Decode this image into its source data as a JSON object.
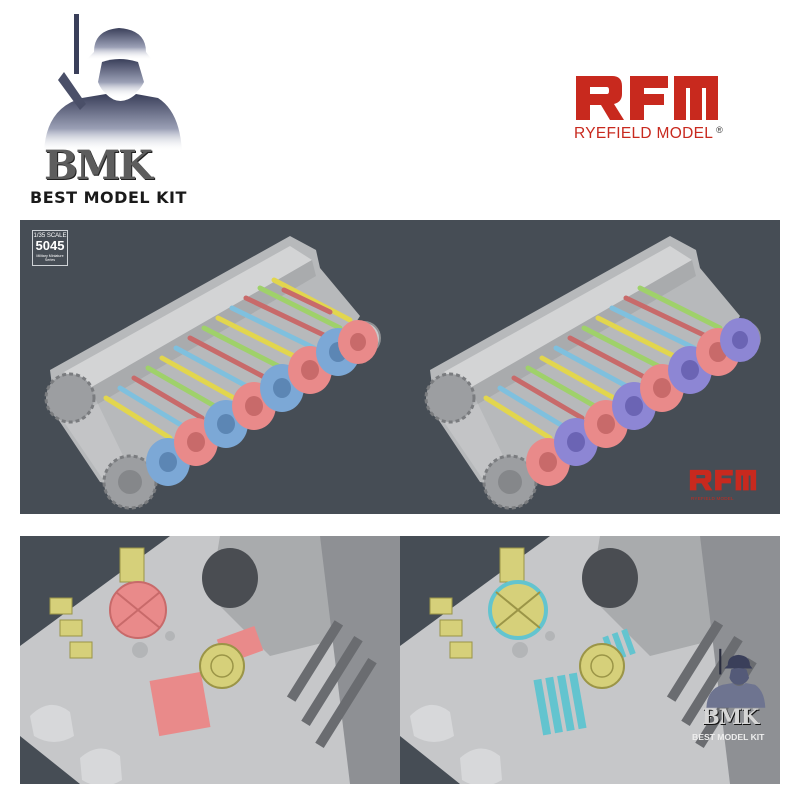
{
  "header": {
    "bmk_logo": {
      "letters": "BMK",
      "caption": "BEST MODEL KIT"
    },
    "rfm_logo": {
      "letters": "RFM",
      "wordmark": "RYEFIELD MODEL",
      "registered": "®",
      "brand_color": "#c8291e"
    }
  },
  "top_panel": {
    "background": "#464d55",
    "scale_badge": {
      "scale": "1/35 SCALE",
      "kit_number": "5045",
      "series": "Military Miniature Series"
    },
    "watermark": {
      "letters": "RFM",
      "wordmark": "RYEFIELD MODEL"
    },
    "left_render": {
      "description_colors": {
        "hull": "#c9cacb",
        "wheels_a": "#e98a8a",
        "wheels_b": "#7ca8d6",
        "torsion_bars": [
          "#e2d64e",
          "#7fc0de",
          "#c86a6a",
          "#9fd16a"
        ]
      }
    },
    "right_render": {
      "description_colors": {
        "hull": "#c9cacb",
        "wheels_a": "#e98a8a",
        "wheels_b": "#8d86d4"
      }
    }
  },
  "bottom_panel": {
    "background": "#464d55",
    "left_render": {
      "highlight_colors": [
        "#e98a8a",
        "#d6d07a"
      ]
    },
    "right_render": {
      "highlight_colors": [
        "#63c4cf",
        "#d6d07a"
      ]
    },
    "watermark": {
      "letters": "BMK",
      "caption": "BEST MODEL KIT"
    }
  }
}
